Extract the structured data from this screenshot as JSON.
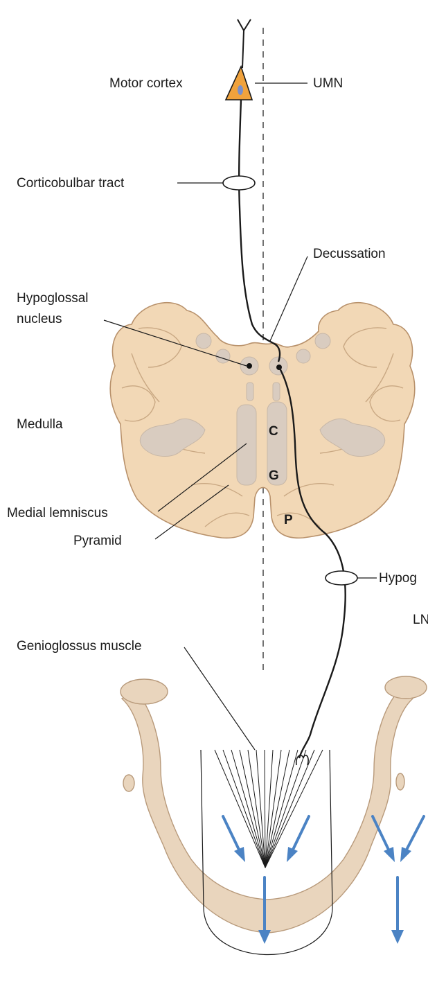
{
  "labels": {
    "motor_cortex": "Motor cortex",
    "umn": "UMN",
    "corticobulbar_tract": "Corticobulbar tract",
    "decussation": "Decussation",
    "hypoglossal_nucleus_line1": "Hypoglossal",
    "hypoglossal_nucleus_line2": "nucleus",
    "medulla": "Medulla",
    "medial_lemniscus": "Medial lemniscus",
    "pyramid": "Pyramid",
    "hypoglossal_nerve_partial": "Hypog",
    "lmn_partial": "LΝ",
    "genioglossus_muscle": "Genioglossus muscle",
    "medulla_c": "C",
    "medulla_g": "G",
    "medulla_p": "P"
  },
  "colors": {
    "neuron": "#f0a23c",
    "neuron_nucleus": "#7a8fc8",
    "medulla_fill": "#f2d8b6",
    "medulla_grey": "#d9ccc0",
    "bone": "#e9d5bd",
    "force_arrow": "#4b83c4"
  }
}
